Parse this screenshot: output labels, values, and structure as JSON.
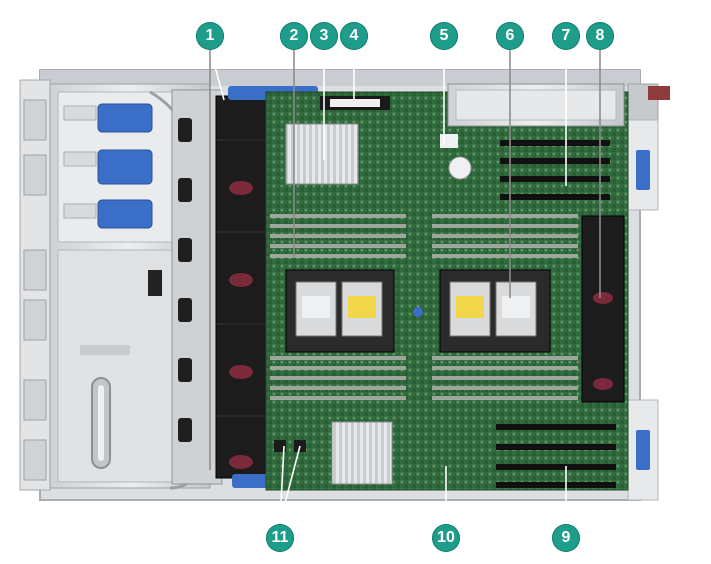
{
  "figure": {
    "callouts": [
      {
        "id": "c1",
        "label": "1"
      },
      {
        "id": "c2",
        "label": "2"
      },
      {
        "id": "c3",
        "label": "3"
      },
      {
        "id": "c4",
        "label": "4"
      },
      {
        "id": "c5",
        "label": "5"
      },
      {
        "id": "c6",
        "label": "6"
      },
      {
        "id": "c7",
        "label": "7"
      },
      {
        "id": "c8",
        "label": "8"
      },
      {
        "id": "c9",
        "label": "9"
      },
      {
        "id": "c10",
        "label": "10"
      },
      {
        "id": "c11",
        "label": "11"
      }
    ],
    "colors": {
      "callout": "#1f9d8b",
      "board": "#2f6b3d",
      "chassis": "#d9dbdd",
      "fan": "#1c1c1c",
      "bracket": "#3b6fc7",
      "dimm": "#9ea79b"
    },
    "icons": [
      "server-chassis-image"
    ]
  }
}
